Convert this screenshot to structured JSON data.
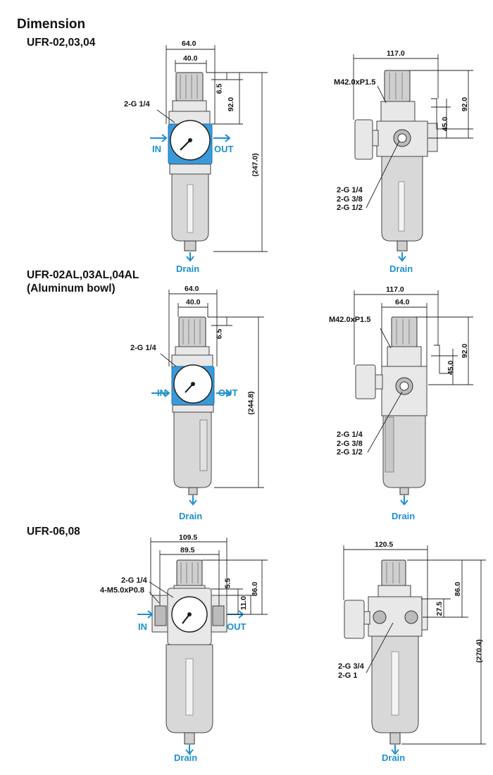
{
  "header": {
    "title": "Dimension"
  },
  "sections": [
    {
      "model": "UFR-02,03,04",
      "front": {
        "width": "64.0",
        "inner_width": "40.0",
        "top_offset": "6.5",
        "upper_height": "92.0",
        "total_height": "(247.0)",
        "port": "2-G 1/4",
        "in": "IN",
        "out": "OUT",
        "drain": "Drain"
      },
      "side": {
        "width": "117.0",
        "thread": "M42.0xP1.5",
        "height": "92.0",
        "mount": "45.0",
        "ports": [
          "2-G 1/4",
          "2-G 3/8",
          "2-G 1/2"
        ],
        "drain": "Drain"
      }
    },
    {
      "model": "UFR-02AL,03AL,04AL",
      "model_sub": "(Aluminum bowl)",
      "front": {
        "width": "64.0",
        "inner_width": "40.0",
        "top_offset": "6.5",
        "total_height": "(244.8)",
        "port": "2-G 1/4",
        "in": "IN",
        "out": "OUT",
        "drain": "Drain"
      },
      "side": {
        "width": "117.0",
        "inner_width": "64.0",
        "thread": "M42.0xP1.5",
        "height": "92.0",
        "mount": "45.0",
        "ports": [
          "2-G 1/4",
          "2-G 3/8",
          "2-G 1/2"
        ],
        "drain": "Drain"
      }
    },
    {
      "model": "UFR-06,08",
      "front": {
        "width": "109.5",
        "inner_width": "89.5",
        "top_offset": "5.5",
        "mid_height": "11.0",
        "upper_height": "86.0",
        "port": "2-G 1/4",
        "screw": "4-M5.0xP0.8",
        "in": "IN",
        "out": "OUT",
        "drain": "Drain"
      },
      "side": {
        "width": "120.5",
        "height": "86.0",
        "mount": "27.5",
        "total_height": "(270.4)",
        "ports": [
          "2-G 3/4",
          "2-G 1"
        ],
        "drain": "Drain"
      }
    }
  ],
  "colors": {
    "accent": "#1d8fd0",
    "body": "#e8e8e8",
    "bowl": "#d8d8d8",
    "line": "#222222"
  }
}
